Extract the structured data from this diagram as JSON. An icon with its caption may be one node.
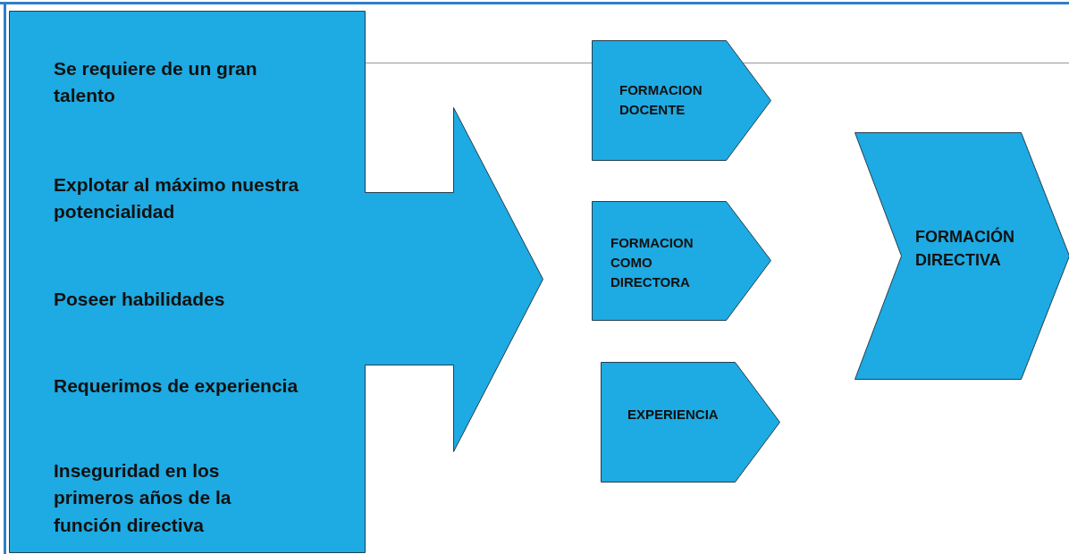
{
  "diagram": {
    "nodes": [
      {
        "text": [
          "Se requiere de un gran talento",
          "Explotar al máximo nuestra potencialidad",
          "Poseer habilidades",
          "Requerimos de experiencia",
          "Inseguridad en los primeros años de la función directiva"
        ]
      },
      {
        "text": [
          "FORMACION DOCENTE"
        ]
      },
      {
        "text": [
          "FORMACION COMO DIRECTORA"
        ]
      },
      {
        "text": [
          "EXPERIENCIA"
        ]
      },
      {
        "text": [
          "FORMACIÓN DIRECTIVA"
        ]
      }
    ]
  }
}
